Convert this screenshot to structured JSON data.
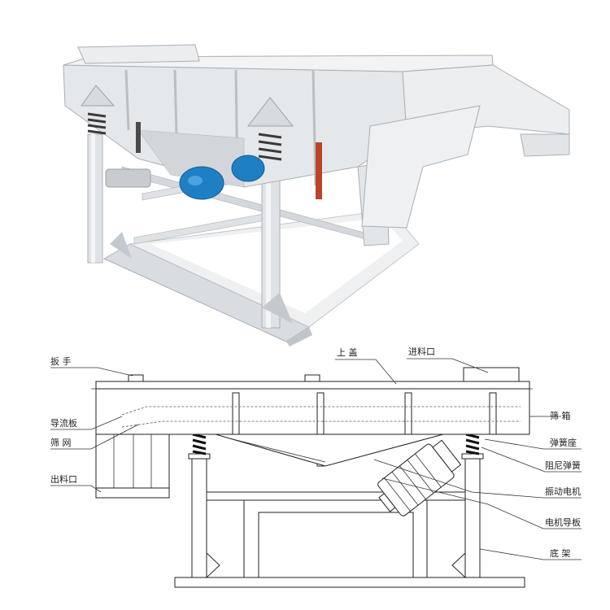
{
  "photo": {
    "colors": {
      "frame": "#e7eaed",
      "shade": "#c9ced3",
      "motor": "#1f7fc4",
      "damper": "#b8442a",
      "spring": "#3a3a3a"
    }
  },
  "diagram": {
    "labels": {
      "handle": "扳 手",
      "top_cover": "上 盖",
      "inlet": "进料口",
      "guide_plate": "导流板",
      "screen_mesh": "筛 网",
      "outlet": "出料口",
      "screen_box": "筛 箱",
      "spring_seat": "弹簧座",
      "damping_spring": "阻尼弹簧",
      "vibration_motor": "振动电机",
      "motor_guide_plate": "电机导板",
      "base_frame": "底 架"
    }
  }
}
